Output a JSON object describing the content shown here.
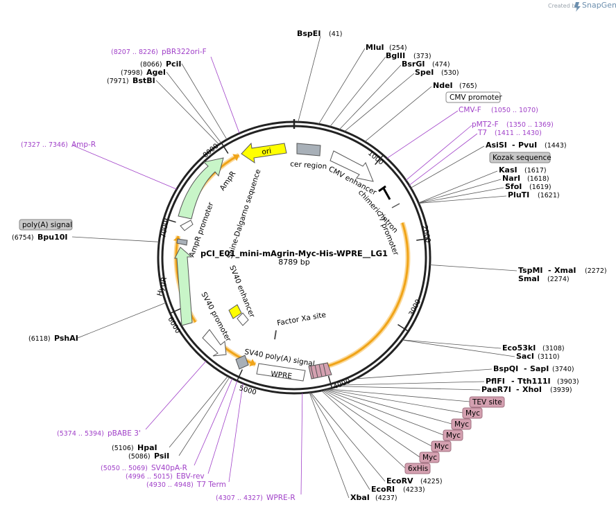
{
  "header": {
    "created_by": "Created by",
    "brand": "SnapGene"
  },
  "plasmid": {
    "name": "pCI_E01_mini-mAgrin-Myc-His-WPRE__LG1",
    "size": "8789 bp"
  },
  "ticks": [
    "1000",
    "2000",
    "3000",
    "4000",
    "5000",
    "6000",
    "7000",
    "8000"
  ],
  "enzymes": {
    "bspei": {
      "name": "BspEI",
      "pos": "(41)"
    },
    "mlui": {
      "name": "MluI",
      "pos": "(254)"
    },
    "bglii": {
      "name": "BglII",
      "pos": "(373)"
    },
    "bsrgi": {
      "name": "BsrGI",
      "pos": "(474)"
    },
    "spei": {
      "name": "SpeI",
      "pos": "(530)"
    },
    "ndei": {
      "name": "NdeI",
      "pos": "(765)"
    },
    "asisi": {
      "name": "AsiSI",
      "sep": "-",
      "name2": "PvuI",
      "pos": "(1443)"
    },
    "kasi": {
      "name": "KasI",
      "pos": "(1617)"
    },
    "nari": {
      "name": "NarI",
      "pos": "(1618)"
    },
    "sfoi": {
      "name": "SfoI",
      "pos": "(1619)"
    },
    "pluti": {
      "name": "PluTI",
      "pos": "(1621)"
    },
    "tspmi": {
      "name": "TspMI",
      "sep": "-",
      "name2": "XmaI",
      "pos": "(2272)"
    },
    "smai": {
      "name": "SmaI",
      "pos": "(2274)"
    },
    "eco53ki": {
      "name": "Eco53kI",
      "pos": "(3108)"
    },
    "saci": {
      "name": "SacI",
      "pos": "(3110)"
    },
    "bspqi": {
      "name": "BspQI",
      "sep": "-",
      "name2": "SapI",
      "pos": "(3740)"
    },
    "pflfi": {
      "name": "PflFI",
      "sep": "-",
      "name2": "Tth111I",
      "pos": "(3903)"
    },
    "paer7i": {
      "name": "PaeR7I",
      "sep": "-",
      "name2": "XhoI",
      "pos": "(3939)"
    },
    "ecorv": {
      "name": "EcoRV",
      "pos": "(4225)"
    },
    "ecori": {
      "name": "EcoRI",
      "pos": "(4233)"
    },
    "xbai": {
      "name": "XbaI",
      "pos": "(4237)"
    },
    "hpai": {
      "name": "HpaI",
      "pos": "(5106)"
    },
    "psii": {
      "name": "PsiI",
      "pos": "(5086)"
    },
    "pshai": {
      "name": "PshAI",
      "pos": "(6118)"
    },
    "bpu10i": {
      "name": "Bpu10I",
      "pos": "(6754)"
    },
    "pcii": {
      "name": "PciI",
      "pos": "(8066)"
    },
    "agei": {
      "name": "AgeI",
      "pos": "(7998)"
    },
    "bstbi": {
      "name": "BstBI",
      "pos": "(7971)"
    }
  },
  "primers": {
    "pbr322ori": {
      "name": "pBR322ori-F",
      "range": "(8207 .. 8226)"
    },
    "ampr": {
      "name": "Amp-R",
      "range": "(7327 .. 7346)"
    },
    "cmvf": {
      "name": "CMV-F",
      "range": "(1050 .. 1070)"
    },
    "pmt2f": {
      "name": "pMT2-F",
      "range": "(1350 .. 1369)"
    },
    "t7": {
      "name": "T7",
      "range": "(1411 .. 1430)"
    },
    "pbabe3": {
      "name": "pBABE 3'",
      "range": "(5374 .. 5394)"
    },
    "sv40par": {
      "name": "SV40pA-R",
      "range": "(5050 .. 5069)"
    },
    "ebvrev": {
      "name": "EBV-rev",
      "range": "(4996 .. 5015)"
    },
    "t7term": {
      "name": "T7 Term",
      "range": "(4930 .. 4948)"
    },
    "wprer": {
      "name": "WPRE-R",
      "range": "(4307 .. 4327)"
    }
  },
  "boxed_features": {
    "cmv_promoter": "CMV promoter",
    "kozak": "Kozak sequence",
    "polya": "poly(A) signal",
    "tev": "TEV site",
    "myc": [
      "Myc",
      "Myc",
      "Myc",
      "Myc",
      "Myc"
    ],
    "his": "6xHis"
  },
  "features": {
    "ori": "ori",
    "cer": "cer region",
    "cmv_enhancer": "CMV enhancer",
    "chimeric_intron": "chimeric intron",
    "t7_promoter": "T7 promoter",
    "ampr": "AmpR",
    "ampr_promoter": "AmpR promoter",
    "shine": "Shine-Dalgarno sequence",
    "sv40_enhancer": "SV40 enhancer",
    "hygr": "HygR",
    "sv40_promoter": "SV40 promoter",
    "factor_xa": "Factor Xa site",
    "sv40_polya": "SV40 poly(A) signal",
    "wpre": "WPRE"
  },
  "colors": {
    "backbone": "#222222",
    "orf": "#f0a418",
    "orf_glow": "#fbd99a",
    "primer": "#a040c8",
    "marker_fill": "#c8f5c8",
    "ori_fill": "#ffff00",
    "rep_fill": "#a8b0b8",
    "tag_fill": "#d4a0b0",
    "box_fill": "#c8c8c8"
  }
}
